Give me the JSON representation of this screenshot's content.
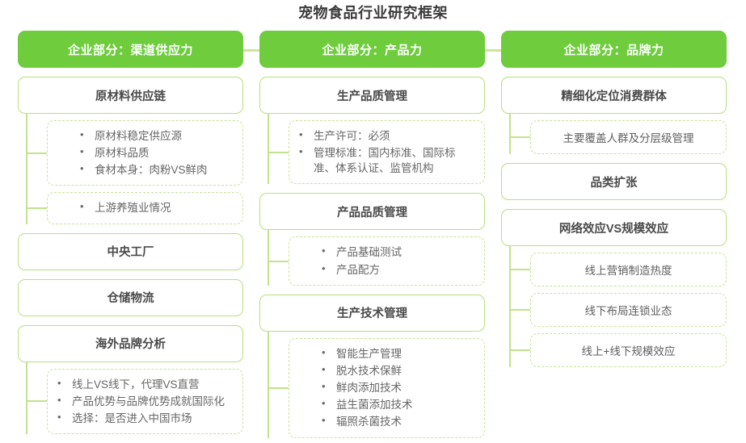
{
  "title": "宠物食品行业研究框架",
  "colors": {
    "header_green": "#6ecc3d",
    "border_green": "#b9df7d",
    "dashed_green": "#c8e39a",
    "connector_green": "#c2e28d",
    "title_gray": "#3b3b3b",
    "node_text_gray": "#4a4a4a",
    "leaf_text_gray": "#666666"
  },
  "columns": [
    {
      "header": "企业部分：渠道供应力",
      "groups": [
        {
          "node": "原材料供应链",
          "children": [
            {
              "type": "bullets",
              "indent": true,
              "items": [
                "原材料稳定供应源",
                "原材料品质",
                "食材本身：肉粉VS鲜肉"
              ]
            },
            {
              "type": "bullets",
              "indent": true,
              "items": [
                "上游养殖业情况"
              ]
            }
          ]
        },
        {
          "node": "中央工厂",
          "children": []
        },
        {
          "node": "仓储物流",
          "children": []
        },
        {
          "node": "海外品牌分析",
          "children": [
            {
              "type": "bullets",
              "indent": false,
              "items": [
                "线上VS线下，代理VS直营",
                "产品优势与品牌优势成就国际化",
                "选择：是否进入中国市场"
              ]
            }
          ]
        }
      ]
    },
    {
      "header": "企业部分：产品力",
      "groups": [
        {
          "node": "生产品质管理",
          "children": [
            {
              "type": "bullets",
              "indent": false,
              "items": [
                "生产许可：必须",
                "管理标准：国内标准、国际标准、体系认证、监管机构"
              ]
            }
          ]
        },
        {
          "node": "产品品质管理",
          "children": [
            {
              "type": "bullets",
              "indent": true,
              "items": [
                "产品基础测试",
                "产品配方"
              ]
            }
          ]
        },
        {
          "node": "生产技术管理",
          "children": [
            {
              "type": "bullets",
              "indent": true,
              "items": [
                "智能生产管理",
                "脱水技术保鲜",
                "鲜肉添加技术",
                "益生菌添加技术",
                "辐照杀菌技术"
              ]
            }
          ]
        }
      ]
    },
    {
      "header": "企业部分：品牌力",
      "groups": [
        {
          "node": "精细化定位消费群体",
          "children": [
            {
              "type": "text",
              "text": "主要覆盖人群及分层级管理"
            }
          ]
        },
        {
          "node": "品类扩张",
          "children": []
        },
        {
          "node": "网络效应VS规模效应",
          "children": [
            {
              "type": "text",
              "text": "线上营销制造热度"
            },
            {
              "type": "text",
              "text": "线下布局连锁业态"
            },
            {
              "type": "text",
              "text": "线上+线下规模效应"
            }
          ]
        }
      ]
    }
  ]
}
